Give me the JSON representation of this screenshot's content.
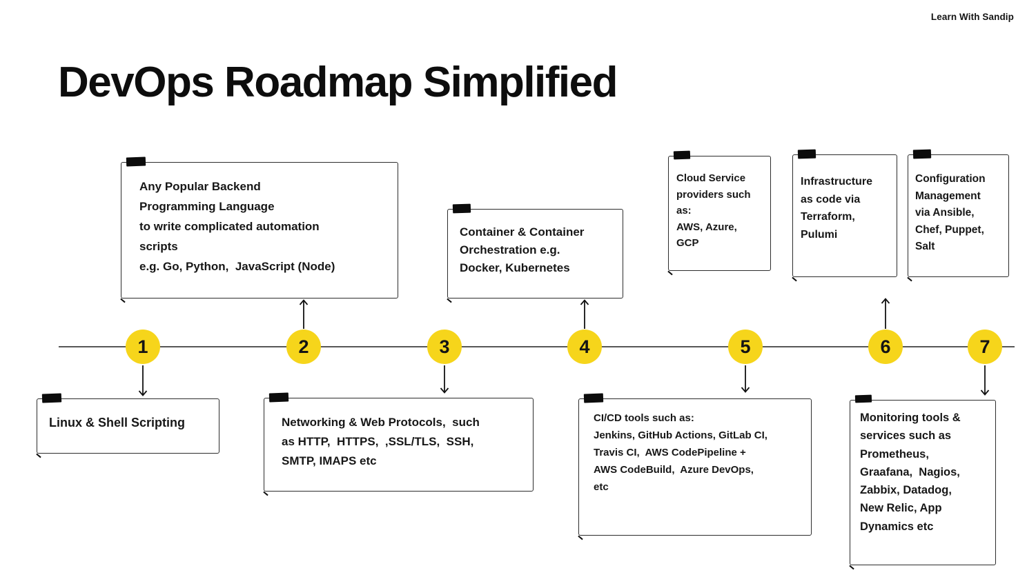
{
  "brand": "Learn With Sandip",
  "title": "DevOps Roadmap Simplified",
  "colors": {
    "accent-yellow": "#F6D51B",
    "ink": "#111111",
    "timeline-gray": "#565656"
  },
  "timeline": {
    "steps": [
      {
        "number": "1",
        "note_key": "linux_shell",
        "note_side": "below"
      },
      {
        "number": "2",
        "note_key": "backend_language",
        "note_side": "above"
      },
      {
        "number": "3",
        "note_key": "networking_protocols",
        "note_side": "below"
      },
      {
        "number": "4",
        "note_key": "container_orchestration",
        "note_side": "above"
      },
      {
        "number": "5",
        "note_key": "cicd_tools",
        "note_side": "below",
        "extra_note_above": "cloud_providers"
      },
      {
        "number": "6",
        "note_key": "infrastructure_as_code",
        "note_side": "above"
      },
      {
        "number": "7",
        "note_key": "monitoring_tools",
        "note_side": "below",
        "extra_note_above": "configuration_management"
      }
    ]
  },
  "notes": {
    "backend_language": {
      "lines": [
        "Any Popular Backend",
        "Programming Language",
        "to write complicated automation",
        "scripts",
        "e.g. Go, Python,  JavaScript (Node)"
      ]
    },
    "container_orchestration": {
      "lines": [
        "Container & Container",
        "Orchestration e.g.",
        "Docker, Kubernetes"
      ]
    },
    "cloud_providers": {
      "lines": [
        "Cloud Service",
        "providers such",
        "as:",
        "AWS, Azure,",
        "GCP"
      ]
    },
    "infrastructure_as_code": {
      "lines": [
        "Infrastructure",
        "as code via",
        "Terraform,",
        "Pulumi"
      ]
    },
    "configuration_management": {
      "lines": [
        "Configuration",
        "Management",
        "via Ansible,",
        "Chef, Puppet,",
        "Salt"
      ]
    },
    "linux_shell": {
      "lines": [
        "Linux & Shell Scripting"
      ]
    },
    "networking_protocols": {
      "lines": [
        "Networking & Web Protocols,  such",
        "as HTTP,  HTTPS,  ,SSL/TLS,  SSH,",
        "SMTP, IMAPS etc"
      ]
    },
    "cicd_tools": {
      "lines": [
        "CI/CD tools such as:",
        "Jenkins, GitHub Actions, GitLab CI,",
        "Travis CI,  AWS CodePipeline +",
        "AWS CodeBuild,  Azure DevOps,",
        "etc"
      ]
    },
    "monitoring_tools": {
      "lines": [
        "Monitoring tools &",
        "services such as",
        "Prometheus,",
        "Graafana,  Nagios,",
        "Zabbix, Datadog,",
        "New Relic, App",
        "Dynamics etc"
      ]
    }
  }
}
